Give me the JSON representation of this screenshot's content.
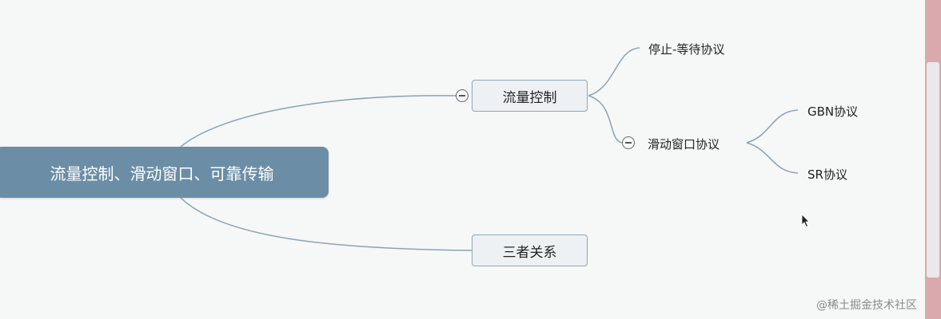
{
  "mindmap": {
    "root": {
      "label": "流量控制、滑动窗口、可靠传输"
    },
    "flow_control": {
      "label": "流量控制"
    },
    "three_relation": {
      "label": "三者关系"
    },
    "stop_wait": {
      "label": "停止-等待协议"
    },
    "sliding_window": {
      "label": "滑动窗口协议"
    },
    "gbn": {
      "label": "GBN协议"
    },
    "sr": {
      "label": "SR协议"
    }
  },
  "watermark": "@稀土掘金技术社区",
  "colors": {
    "root_fill": "#6b8ea6",
    "box_fill": "#eef1f3",
    "box_border": "#8fa6b6",
    "connector": "#8aa3b5",
    "background": "#f6f7f7"
  }
}
